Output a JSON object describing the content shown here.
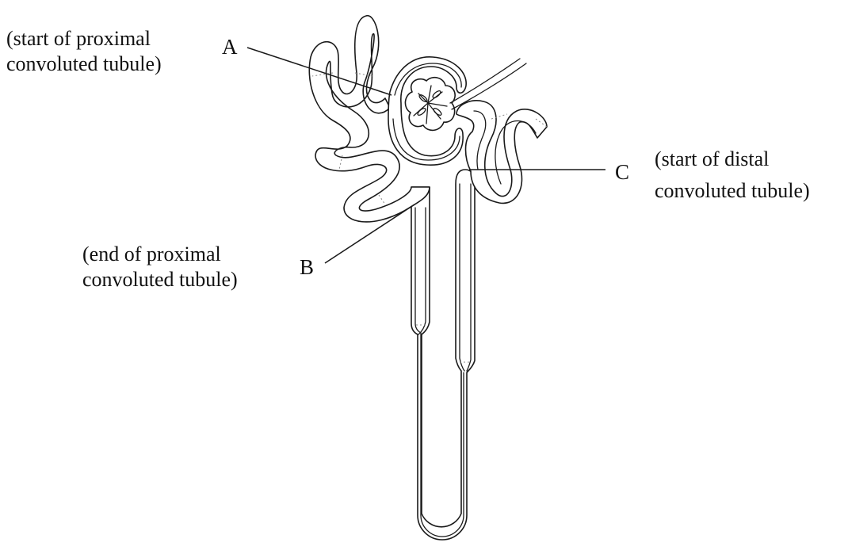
{
  "labels": {
    "a": {
      "letter": "A",
      "line1": "(start of proximal",
      "line2": "convoluted tubule)"
    },
    "b": {
      "letter": "B",
      "line1": "(end of proximal",
      "line2": "convoluted tubule)"
    },
    "c": {
      "letter": "C",
      "line1": "(start of distal",
      "line2": "convoluted tubule)"
    }
  }
}
